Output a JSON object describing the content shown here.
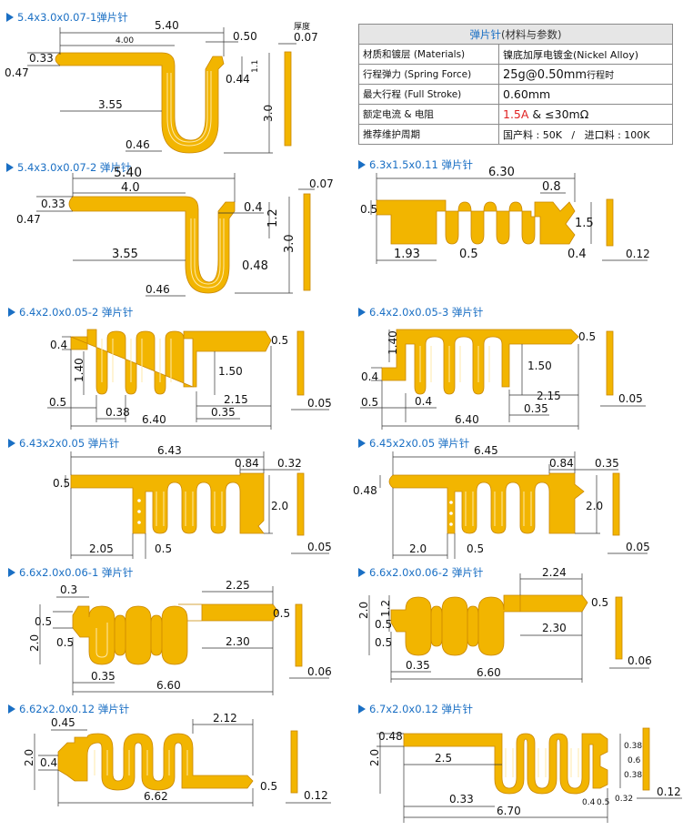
{
  "spec_table": {
    "header_title": "弹片针",
    "header_suffix": "(材料与参数)",
    "rows": [
      {
        "k": "材质和镀层 (Materials)",
        "v": "镍底加厚电镀金(Nickel Alloy)"
      },
      {
        "k": "行程弹力 (Spring Force)",
        "v": "25g@0.50mm",
        "v_suffix": "行程时"
      },
      {
        "k": "最大行程 (Full Stroke)",
        "v": "0.60mm"
      },
      {
        "k": "额定电流 & 电阻",
        "v_red": "1.5A",
        "v": "& ≤30mΩ"
      },
      {
        "k": "推荐维护周期",
        "v": "国产料 : 50K   /   进口料 : 100K"
      }
    ]
  },
  "parts": [
    {
      "title": "5.4x3.0x0.07-1弹片针",
      "dims": {
        "total": "5.40",
        "top": "4.00",
        "w1": "0.50",
        "thick_label": "厚度",
        "thick": "0.07",
        "a": "0.33",
        "b": "0.47",
        "c": "0.44",
        "d": "1.1",
        "e": "3.55",
        "h": "3.0",
        "f": "0.46"
      }
    },
    {
      "title": "5.4x3.0x0.07-2 弹片针",
      "dims": {
        "total": "5.40",
        "top": "4.0",
        "w1": "0.4",
        "thick": "0.07",
        "a": "0.33",
        "b": "0.47",
        "c": "1.2",
        "e": "3.55",
        "h": "3.0",
        "g": "0.48",
        "f": "0.46"
      }
    },
    {
      "title": "6.3x1.5x0.11 弹片针",
      "dims": {
        "total": "6.30",
        "w1": "0.8",
        "a": "0.5",
        "h": "1.5",
        "e": "1.93",
        "f": "0.5",
        "g": "0.4",
        "thick": "0.12"
      }
    },
    {
      "title": "6.4x2.0x0.05-2 弹片针",
      "dims": {
        "a": "0.4",
        "b": "0.5",
        "c": "1.40",
        "h": "1.50",
        "d": "0.5",
        "e": "0.38",
        "g": "2.15",
        "f": "0.35",
        "total": "6.40",
        "thick": "0.05"
      }
    },
    {
      "title": "6.4x2.0x0.05-3 弹片针",
      "dims": {
        "a": "1.40",
        "b": "0.5",
        "c": "0.4",
        "h": "1.50",
        "d": "0.5",
        "e": "0.4",
        "g": "2.15",
        "f": "0.35",
        "total": "6.40",
        "thick": "0.05"
      }
    },
    {
      "title": "6.43x2x0.05 弹片针",
      "dims": {
        "total": "6.43",
        "w1": "0.84",
        "w2": "0.32",
        "a": "0.5",
        "h": "2.0",
        "e": "2.05",
        "f": "0.5",
        "thick": "0.05"
      }
    },
    {
      "title": "6.45x2x0.05 弹片针",
      "dims": {
        "total": "6.45",
        "w1": "0.84",
        "w2": "0.35",
        "a": "0.48",
        "h": "2.0",
        "e": "2.0",
        "f": "0.5",
        "thick": "0.05"
      }
    },
    {
      "title": "6.6x2.0x0.06-1 弹片针",
      "dims": {
        "a": "0.3",
        "b": "0.5",
        "c": "0.5",
        "h": "2.0",
        "w1": "2.25",
        "d": "0.5",
        "g": "2.30",
        "e": "0.35",
        "total": "6.60",
        "thick": "0.06"
      }
    },
    {
      "title": "6.6x2.0x0.06-2 弹片针",
      "dims": {
        "h": "2.0",
        "c": "1.2",
        "a": "0.5",
        "b": "0.5",
        "w1": "2.24",
        "d": "0.5",
        "g": "2.30",
        "e": "0.35",
        "total": "6.60",
        "thick": "0.06"
      }
    },
    {
      "title": "6.62x2.0x0.12 弹片针",
      "dims": {
        "a": "0.45",
        "h": "2.0",
        "c": "0.4",
        "w1": "2.12",
        "d": "0.5",
        "total": "6.62",
        "thick": "0.12"
      }
    },
    {
      "title": "6.7x2.0x0.12 弹片针",
      "dims": {
        "a": "0.48",
        "h": "2.0",
        "e": "2.5",
        "s1": "0.38",
        "s2": "0.6",
        "s3": "0.38",
        "f": "0.33",
        "g1": "0.4",
        "g2": "0.5",
        "g3": "0.32",
        "total": "6.70",
        "thick": "0.12"
      }
    }
  ]
}
